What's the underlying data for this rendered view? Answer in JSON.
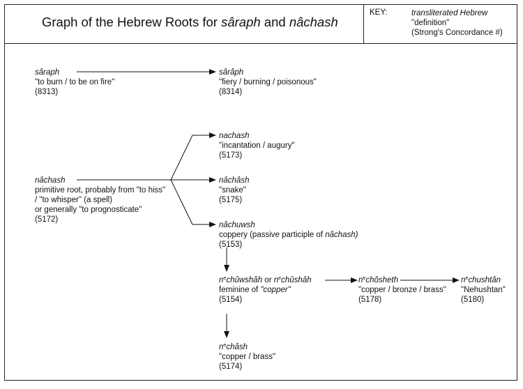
{
  "title": {
    "prefix": "Graph of the Hebrew Roots for ",
    "word1": "sâraph",
    "and": " and ",
    "word2": "nâchash"
  },
  "key": {
    "label": "KEY:",
    "transliterated": "transliterated Hebrew",
    "definition": "\"definition\"",
    "strongs": "(Strong's Concordance #)"
  },
  "nodes": {
    "saraph_root": {
      "word": "sâraph",
      "def": "\"to burn / to be on fire\"",
      "num": "(8313)"
    },
    "saraph_noun": {
      "word": "sârâph",
      "def": "\"fiery / burning / poisonous\"",
      "num": "(8314)"
    },
    "nachash_incantation": {
      "word": "nachash",
      "def": "\"incantation / augury\"",
      "num": "(5173)"
    },
    "nachash_root": {
      "word": "nâchash",
      "line1": "primitive root, probably from \"to hiss\"",
      "line2": "/ \"to whisper\" (a spell)",
      "line3": "or generally \"to prognosticate\"",
      "num": "(5172)"
    },
    "nachash_snake": {
      "word": "nâchâsh",
      "def": "\"snake\"",
      "num": "(5175)"
    },
    "nachuwsh": {
      "word": "nâchuwsh",
      "def_prefix": "coppery (passive participle of ",
      "def_word": "nâchash)",
      "num": "(5153)"
    },
    "nechushah": {
      "sup": "e",
      "word_a_pre": "n",
      "word_a_post": "chûwshâh",
      "or": " or ",
      "word_b_pre": "n",
      "word_b_post": "chûshâh",
      "def_prefix": "feminine of ",
      "def_quote": "\"copper\"",
      "num": "(5154)"
    },
    "nechosheth": {
      "sup": "e",
      "word_pre": "n",
      "word_post": "chôsheth",
      "def": "\"copper / bronze / brass\"",
      "num": "(5178)"
    },
    "nechushtan": {
      "sup": "e",
      "word_pre": "n",
      "word_post": "chushtân",
      "def": "\"Nehushtan\"",
      "num": "(5180)"
    },
    "nechash": {
      "sup": "e",
      "word_pre": "n",
      "word_post": "châsh",
      "def": "\"copper / brass\"",
      "num": "(5174)"
    }
  },
  "edges": [
    {
      "from": "saraph_root",
      "to": "saraph_noun"
    },
    {
      "from": "nachash_root",
      "to": "nachash_incantation"
    },
    {
      "from": "nachash_root",
      "to": "nachash_snake"
    },
    {
      "from": "nachash_root",
      "to": "nachuwsh"
    },
    {
      "from": "nachuwsh",
      "to": "nechushah"
    },
    {
      "from": "nechushah",
      "to": "nechosheth"
    },
    {
      "from": "nechosheth",
      "to": "nechushtan"
    },
    {
      "from": "nechushah",
      "to": "nechash"
    }
  ]
}
